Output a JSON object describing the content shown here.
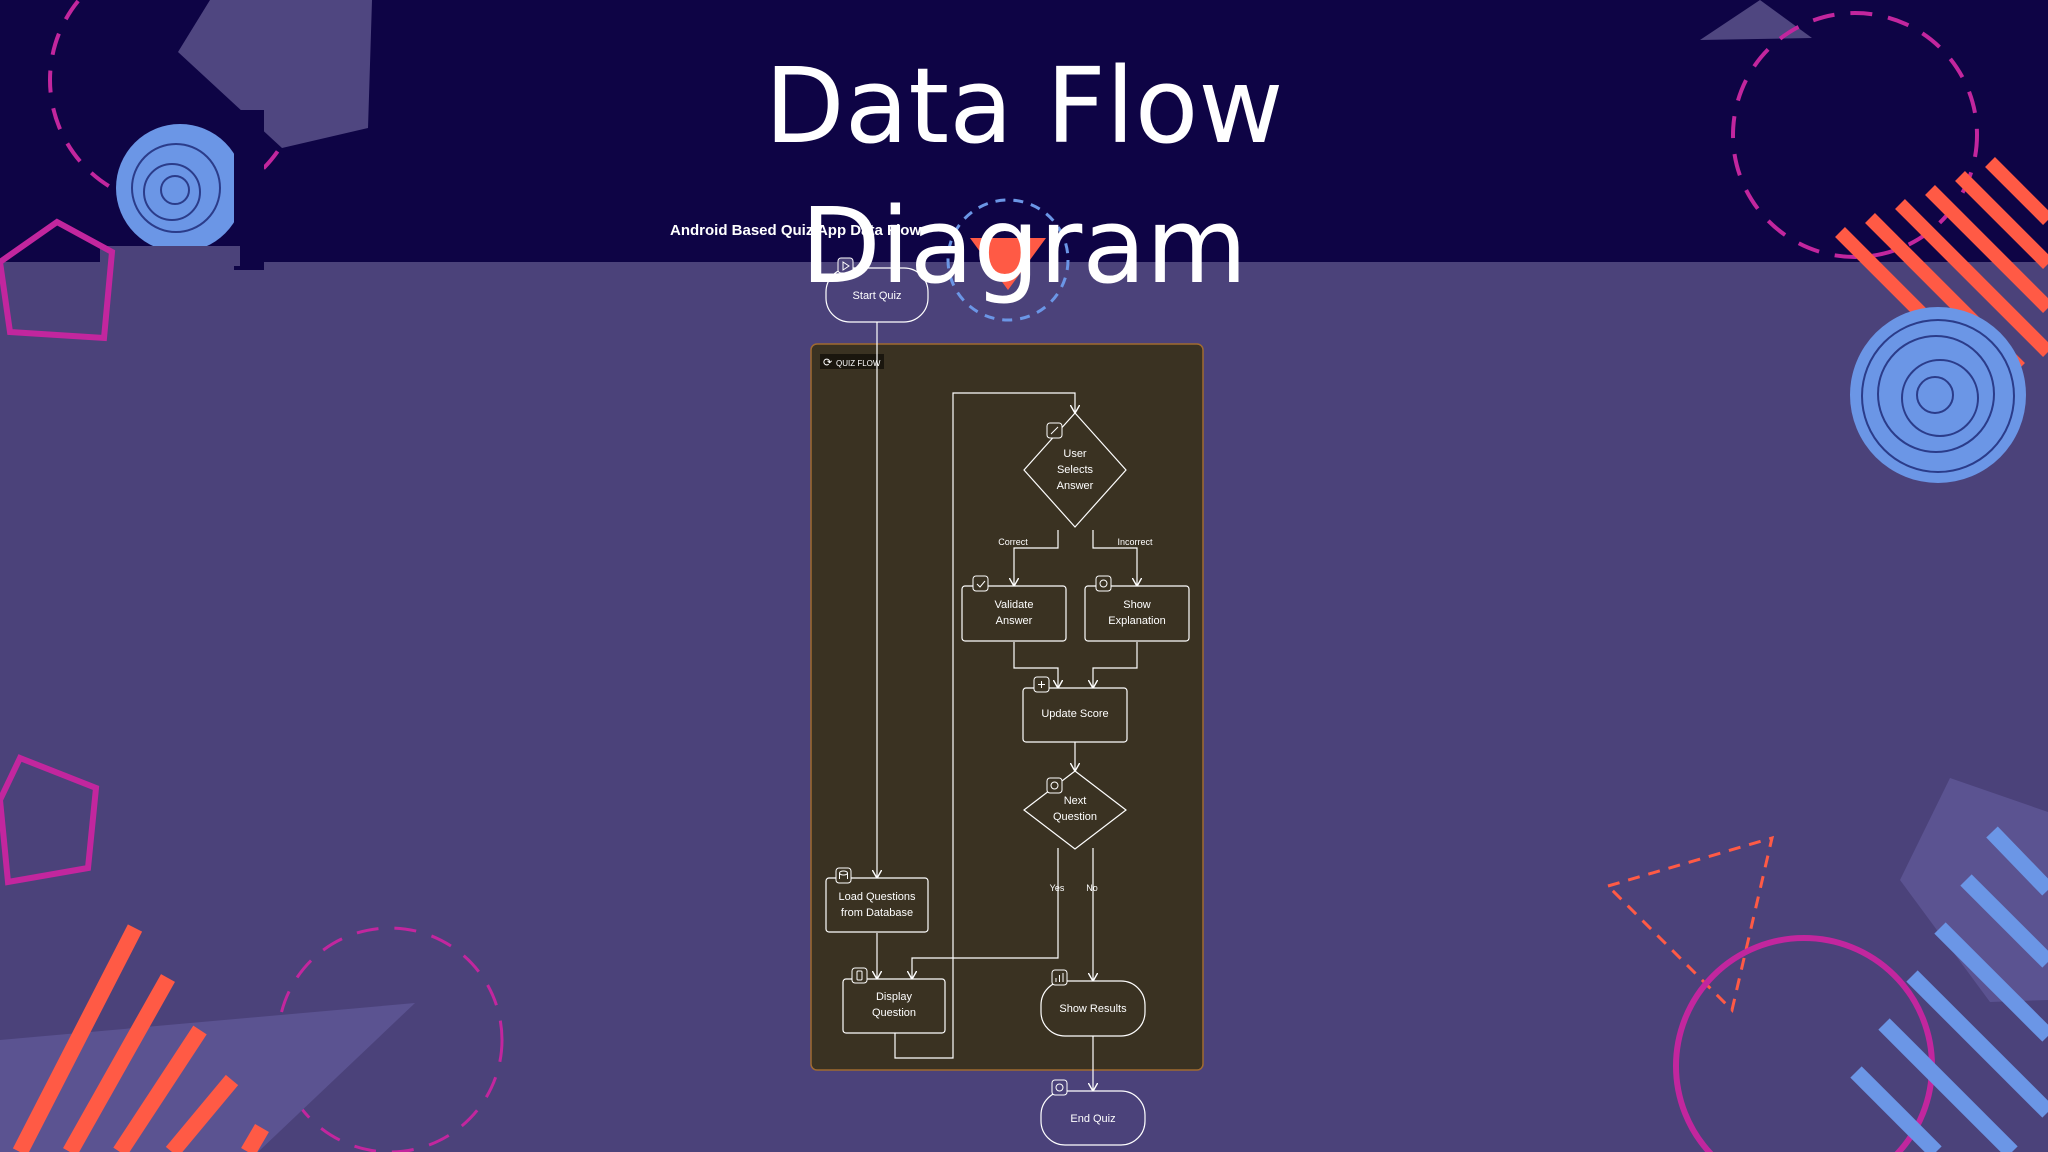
{
  "slide": {
    "title_line1": "Data Flow",
    "title_line2": "Diagram"
  },
  "diagram": {
    "caption": "Android Based Quiz App Data Flow",
    "container_label": "QUIZ FLOW",
    "nodes": {
      "start": "Start Quiz",
      "load_q1": "Load Questions",
      "load_q2": "from Database",
      "display_1": "Display",
      "display_2": "Question",
      "select_1": "User",
      "select_2": "Selects",
      "select_3": "Answer",
      "validate_1": "Validate",
      "validate_2": "Answer",
      "explain_1": "Show",
      "explain_2": "Explanation",
      "score": "Update Score",
      "next_1": "Next",
      "next_2": "Question",
      "results": "Show Results",
      "end": "End Quiz"
    },
    "edge_labels": {
      "correct": "Correct",
      "incorrect": "Incorrect",
      "yes": "Yes",
      "no": "No"
    }
  },
  "colors": {
    "background": "#4b427a",
    "header_band": "#0e0445",
    "panel": "#3a3222",
    "accent_orange": "#ff5a45",
    "accent_magenta": "#c2269e",
    "accent_blue": "#6b96e6"
  }
}
